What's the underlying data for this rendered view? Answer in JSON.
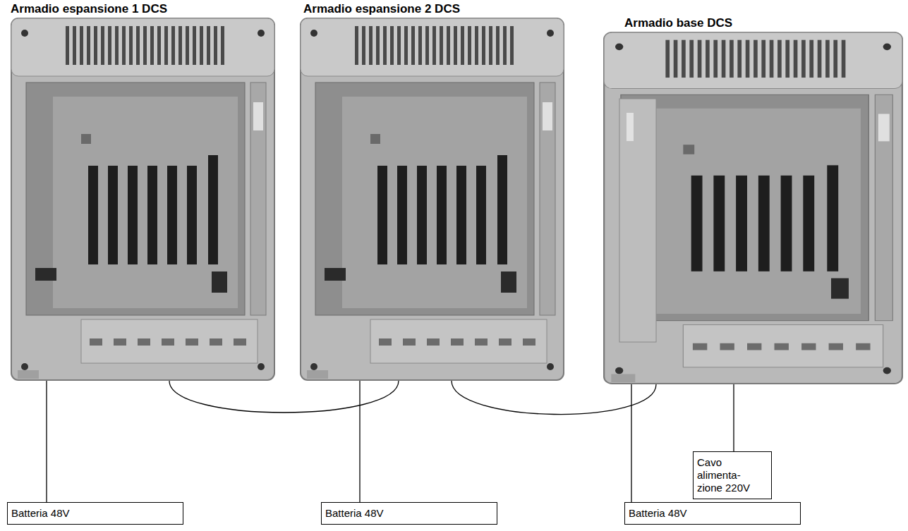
{
  "diagram": {
    "nodes": [
      {
        "text": [
          "Armadio espansione 1 DCS"
        ]
      },
      {
        "text": [
          "Armadio espansione 2 DCS"
        ]
      },
      {
        "text": [
          "Armadio base DCS"
        ]
      },
      {
        "text": [
          "Cavo alimenta- zione 220V"
        ]
      },
      {
        "text": [
          "Batteria 48V"
        ]
      },
      {
        "text": [
          "Batteria 48V"
        ]
      },
      {
        "text": [
          "Batteria 48V"
        ]
      }
    ],
    "edges": [
      {
        "from": 0,
        "to": 1,
        "arrow": "none"
      },
      {
        "from": 1,
        "to": 2,
        "arrow": "none"
      },
      {
        "from": 4,
        "to": 0,
        "arrow": "none"
      },
      {
        "from": 5,
        "to": 1,
        "arrow": "none"
      },
      {
        "from": 6,
        "to": 2,
        "arrow": "none"
      },
      {
        "from": 3,
        "to": 2,
        "arrow": "none"
      }
    ]
  }
}
